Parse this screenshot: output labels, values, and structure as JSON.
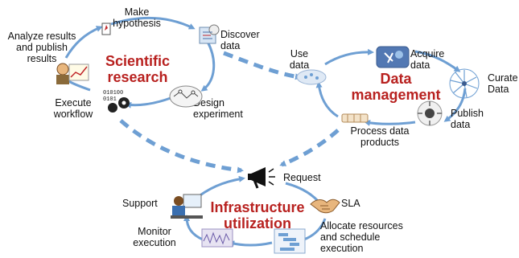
{
  "hubs": {
    "science": [
      "Scientific",
      "research"
    ],
    "data": [
      "Data",
      "management"
    ],
    "infra": [
      "Infrastructure",
      "utilization"
    ]
  },
  "science_steps": {
    "hypothesis": [
      "Make",
      "hypothesis"
    ],
    "discover": [
      "Discover",
      "data"
    ],
    "design": [
      "Design",
      "experiment"
    ],
    "execute": [
      "Execute",
      "workflow"
    ],
    "analyze": [
      "Analyze results",
      "and publish",
      "results"
    ]
  },
  "data_steps": {
    "use": [
      "Use",
      "data"
    ],
    "acquire": [
      "Acquire",
      "data"
    ],
    "curate": [
      "Curate",
      "Data"
    ],
    "publish": [
      "Publish",
      "data"
    ],
    "process": [
      "Process data",
      "products"
    ]
  },
  "infra_steps": {
    "request": "Request",
    "sla": "SLA",
    "allocate": [
      "Allocate resources",
      "and schedule",
      "execution"
    ],
    "monitor": [
      "Monitor",
      "execution"
    ],
    "support": "Support"
  },
  "colors": {
    "cycle": "#6e9fd3",
    "hub_text": "#b8211f"
  }
}
